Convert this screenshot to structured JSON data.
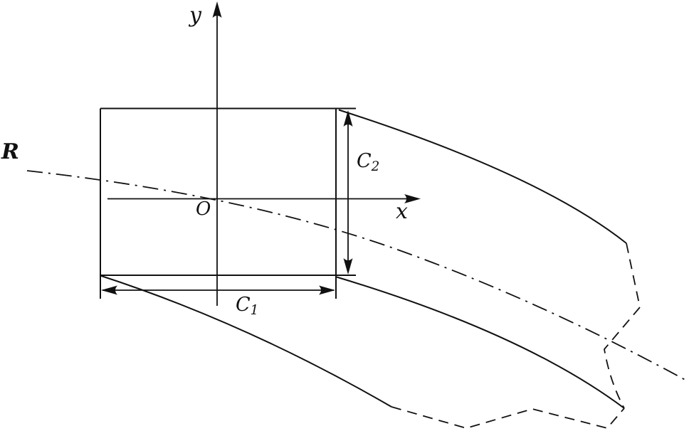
{
  "figure": {
    "type": "curved-beam-cross-section-diagram",
    "labels": {
      "y_axis": "y",
      "x_axis": "x",
      "origin": "O",
      "radius": "R",
      "dim_width": {
        "base": "C",
        "sub": "1"
      },
      "dim_height": {
        "base": "C",
        "sub": "2"
      }
    },
    "colors": {
      "line": "#111111",
      "background": "#ffffff"
    }
  }
}
